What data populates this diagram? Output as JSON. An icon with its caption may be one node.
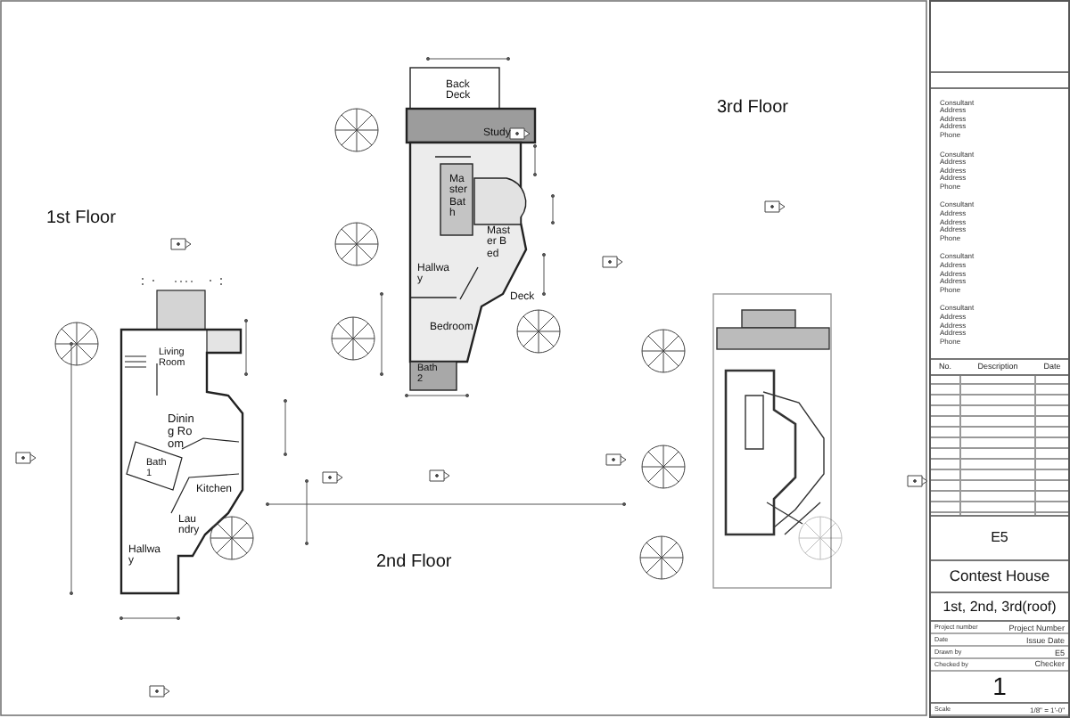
{
  "diagram": {
    "labels": [
      "1st Floor",
      "2nd Floor",
      "3rd Floor",
      "Living Room",
      "Dining Room",
      "Bath 1",
      "Kitchen",
      "Laundry",
      "Hallway",
      "Back Deck",
      "Study",
      "Master Bath",
      "Master Bed",
      "Hallway",
      "Deck",
      "Bedroom",
      "Bath 2",
      "Consultant Address Address Address Phone",
      "Consultant Address Address Address Phone",
      "Consultant Address Address Address Phone",
      "Consultant Address Address Address Phone",
      "Consultant Address Address Address Phone",
      "No.",
      "Description",
      "Date",
      "E5",
      "Contest House",
      "1st, 2nd, 3rd(roof)",
      "Project number",
      "Project Number",
      "Date",
      "Issue Date",
      "Drawn by",
      "E5",
      "Checked by",
      "Checker",
      "1",
      "Scale",
      "1/8\" = 1'-0\""
    ]
  }
}
